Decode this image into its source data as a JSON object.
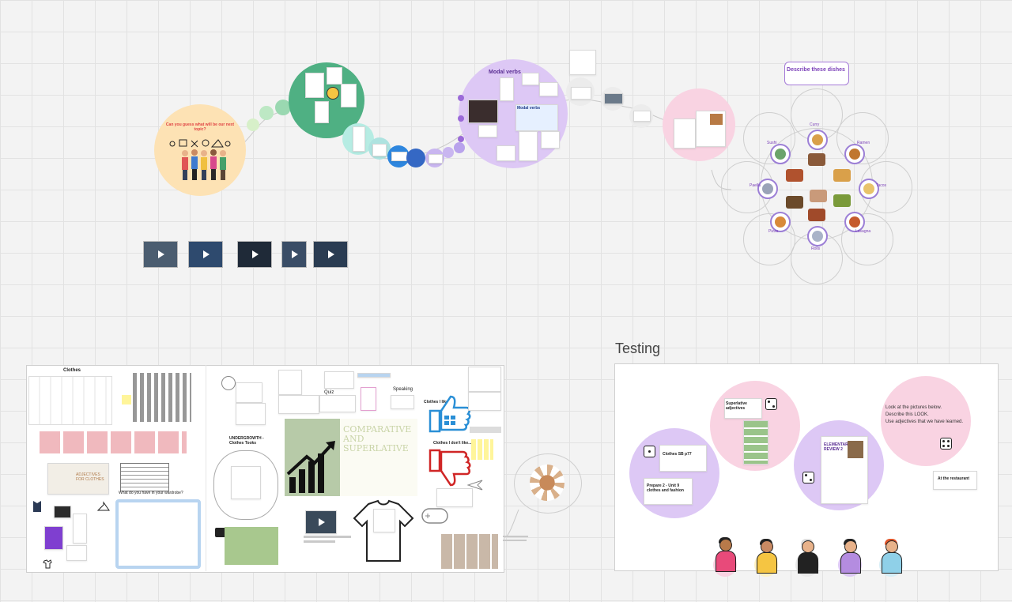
{
  "board": {
    "guess_topic_text": "Can you guess what will be our next topic?",
    "modal_verbs_title": "Modal verbs",
    "modal_verbs_card_title": "Modal verbs",
    "describe_dishes_label": "Describe these dishes",
    "dish_names": [
      "Curry",
      "Ramen",
      "Tacos",
      "Lasagna",
      "Rolls",
      "Pizza",
      "Paella",
      "Sushi"
    ],
    "clothes_title": "Clothes",
    "adjectives_card_text": "ADJECTIVES FOR CLOTHES",
    "wardrobe_question": "What do you have in your wardrobe?",
    "quiz_label": "Quiz",
    "speaking_label": "Speaking",
    "comparative_text": "COMPARATIVE AND SUPERLATIVE",
    "clothes_i_like": "Clothes I like...",
    "clothes_i_dont_like": "Clothes I don't like...",
    "undergrowth_text": "UNDERGROWTH - Clothes Tooks"
  },
  "testing": {
    "heading": "Testing",
    "instructions": [
      "Look at the pictures below.",
      "Describe this LOOK.",
      "Use adjectives that we have learned."
    ],
    "card_clothes": "Clothes SB p77",
    "card_prepare": "Prepare 2 - Unit 9 clothes and fashion",
    "card_superlative": "Superlative adjectives",
    "card_elementary": "ELEMENTARY REVIEW 2",
    "card_restaurant": "At the restaurant"
  },
  "colors": {
    "orange_circle": "#fde2b4",
    "green_circle": "#4fb083",
    "purple_circle": "#ddc8f5",
    "pink_circle": "#f9d3e2",
    "accent_purple": "#8f5ad0",
    "accent_red": "#e04444",
    "accent_blue": "#3a7fd6"
  },
  "icons": [
    "transportation-icons",
    "people-group",
    "play-icon",
    "dice-icon",
    "thumbs-up-icon",
    "thumbs-down-icon",
    "tshirt-icon",
    "hanger-icon",
    "airplane-icon",
    "gamepad-icon",
    "chart-arrow-icon"
  ]
}
